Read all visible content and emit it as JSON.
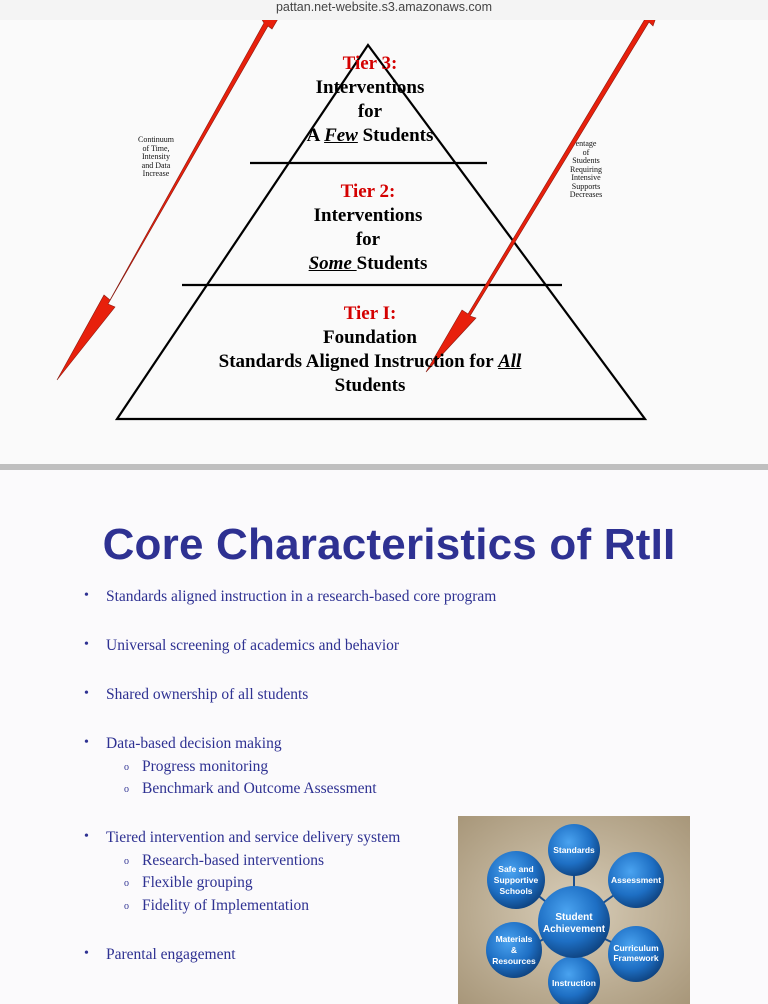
{
  "browser": {
    "url": "pattan.net-website.s3.amazonaws.com"
  },
  "slide1": {
    "tier3": {
      "heading": "Tier 3:",
      "line1": "Interventions",
      "line2": "for",
      "prefix": "A ",
      "emph": "Few",
      "suffix": " Students"
    },
    "tier2": {
      "heading": "Tier 2:",
      "line1": "Interventions",
      "line2": "for",
      "emph": "Some ",
      "suffix": "Students"
    },
    "tier1": {
      "heading": "Tier I:",
      "line1": "Foundation",
      "prefix": "Standards Aligned Instruction for ",
      "emph": "All",
      "line3": "Students"
    },
    "left_note": [
      "Continuum",
      "of Time,",
      "Intensity",
      "and Data",
      "Increase"
    ],
    "right_note": [
      "entage",
      "of",
      "Students",
      "Requiring",
      "Intensive",
      "Supports",
      "Decreases"
    ],
    "colors": {
      "tier_heading": "#d40000",
      "arrow": "#e8200c"
    }
  },
  "slide2": {
    "title": "Core Characteristics of RtII",
    "bullets": [
      {
        "text": "Standards aligned instruction in a research-based core program",
        "subs": []
      },
      {
        "text": "Universal screening of academics and behavior",
        "subs": []
      },
      {
        "text": "Shared ownership of all students",
        "subs": []
      },
      {
        "text": "Data-based decision making",
        "subs": [
          "Progress monitoring",
          "Benchmark and Outcome Assessment"
        ]
      },
      {
        "text": "Tiered intervention and service delivery system",
        "subs": [
          "Research-based interventions",
          "Flexible grouping",
          "Fidelity of Implementation"
        ]
      },
      {
        "text": "Parental engagement",
        "subs": []
      }
    ],
    "bullet_char": "•",
    "sub_bullet_char": "o",
    "graphic": {
      "center": [
        "Student",
        "Achievement"
      ],
      "nodes": {
        "standards": [
          "Standards"
        ],
        "assessment": [
          "Assessment"
        ],
        "curriculum": [
          "Curriculum",
          "Framework"
        ],
        "instruction": [
          "Instruction"
        ],
        "materials": [
          "Materials",
          "&",
          "Resources"
        ],
        "safe": [
          "Safe and",
          "Supportive",
          "Schools"
        ]
      }
    },
    "colors": {
      "title": "#2e3192",
      "text": "#2e3192",
      "node": "#1e6fc4"
    }
  }
}
